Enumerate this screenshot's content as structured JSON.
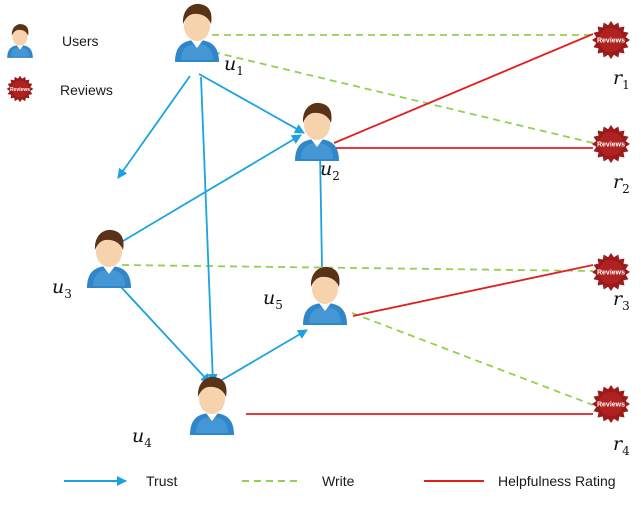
{
  "legend_top": {
    "users": "Users",
    "reviews": "Reviews"
  },
  "legend_bottom": {
    "trust": "Trust",
    "write": "Write",
    "rating": "Helpfulness Rating"
  },
  "badge_text": "Reviews",
  "users": [
    {
      "id": "u1",
      "letter": "u",
      "sub": "1"
    },
    {
      "id": "u2",
      "letter": "u",
      "sub": "2"
    },
    {
      "id": "u3",
      "letter": "u",
      "sub": "3"
    },
    {
      "id": "u4",
      "letter": "u",
      "sub": "4"
    },
    {
      "id": "u5",
      "letter": "u",
      "sub": "5"
    }
  ],
  "reviews": [
    {
      "id": "r1",
      "letter": "r",
      "sub": "1"
    },
    {
      "id": "r2",
      "letter": "r",
      "sub": "2"
    },
    {
      "id": "r3",
      "letter": "r",
      "sub": "3"
    },
    {
      "id": "r4",
      "letter": "r",
      "sub": "4"
    }
  ],
  "edges": {
    "trust": [
      [
        "u1",
        "u2"
      ],
      [
        "u1",
        "u3"
      ],
      [
        "u1",
        "u4"
      ],
      [
        "u3",
        "u2"
      ],
      [
        "u3",
        "u4"
      ],
      [
        "u4",
        "u5"
      ],
      [
        "u5",
        "u2"
      ]
    ],
    "write": [
      [
        "u1",
        "r1"
      ],
      [
        "u1",
        "r2"
      ],
      [
        "u3",
        "r3"
      ],
      [
        "u5",
        "r4"
      ]
    ],
    "rating": [
      [
        "u2",
        "r1"
      ],
      [
        "u2",
        "r2"
      ],
      [
        "u5",
        "r3"
      ],
      [
        "u4",
        "r4"
      ]
    ]
  },
  "colors": {
    "trust": "#1aa3e0",
    "write": "#92d050",
    "rating": "#e02020",
    "shirt": "#2f86c8",
    "hair": "#5a3218",
    "skin": "#f6d3ad",
    "badge": "#9b1b1b"
  }
}
